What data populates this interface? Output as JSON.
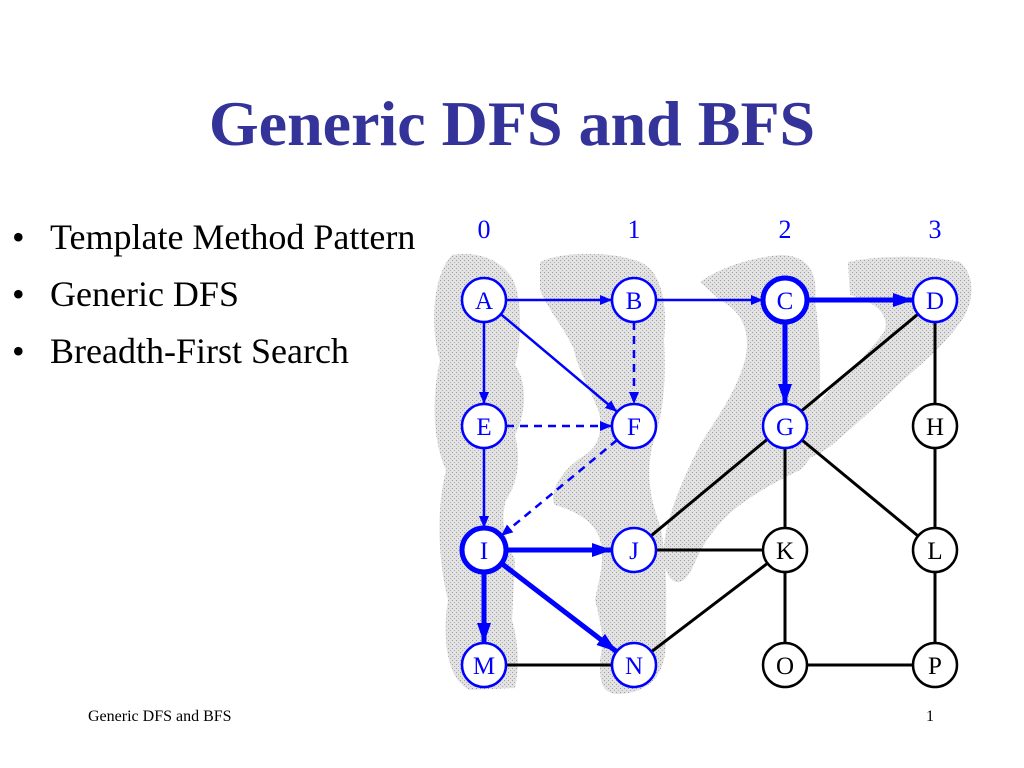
{
  "slide": {
    "title": "Generic DFS and BFS",
    "bullets": [
      "Template Method Pattern",
      "Generic DFS",
      "Breadth-First Search"
    ],
    "footer_left": "Generic DFS and BFS",
    "footer_right": "1"
  },
  "colors": {
    "title": "#333399",
    "traversal": "#0000ff",
    "edge": "#000000",
    "shade": "#d4d4d4"
  },
  "graph": {
    "column_labels": [
      "0",
      "1",
      "2",
      "3"
    ],
    "nodes": [
      {
        "id": "A",
        "col": 0,
        "row": 0,
        "color": "blue",
        "bold": false
      },
      {
        "id": "B",
        "col": 1,
        "row": 0,
        "color": "blue",
        "bold": false
      },
      {
        "id": "C",
        "col": 2,
        "row": 0,
        "color": "blue",
        "bold": true
      },
      {
        "id": "D",
        "col": 3,
        "row": 0,
        "color": "blue",
        "bold": false
      },
      {
        "id": "E",
        "col": 0,
        "row": 1,
        "color": "blue",
        "bold": false
      },
      {
        "id": "F",
        "col": 1,
        "row": 1,
        "color": "blue",
        "bold": false
      },
      {
        "id": "G",
        "col": 2,
        "row": 1,
        "color": "blue",
        "bold": false
      },
      {
        "id": "H",
        "col": 3,
        "row": 1,
        "color": "black",
        "bold": false
      },
      {
        "id": "I",
        "col": 0,
        "row": 2,
        "color": "blue",
        "bold": true
      },
      {
        "id": "J",
        "col": 1,
        "row": 2,
        "color": "blue",
        "bold": false
      },
      {
        "id": "K",
        "col": 2,
        "row": 2,
        "color": "black",
        "bold": false
      },
      {
        "id": "L",
        "col": 3,
        "row": 2,
        "color": "black",
        "bold": false
      },
      {
        "id": "M",
        "col": 0,
        "row": 3,
        "color": "blue",
        "bold": false
      },
      {
        "id": "N",
        "col": 1,
        "row": 3,
        "color": "blue",
        "bold": false
      },
      {
        "id": "O",
        "col": 2,
        "row": 3,
        "color": "black",
        "bold": false
      },
      {
        "id": "P",
        "col": 3,
        "row": 3,
        "color": "black",
        "bold": false
      }
    ],
    "edges": [
      {
        "from": "A",
        "to": "B",
        "style": "discovery"
      },
      {
        "from": "B",
        "to": "C",
        "style": "discovery"
      },
      {
        "from": "C",
        "to": "D",
        "style": "bold"
      },
      {
        "from": "A",
        "to": "E",
        "style": "discovery"
      },
      {
        "from": "A",
        "to": "F",
        "style": "discovery"
      },
      {
        "from": "B",
        "to": "F",
        "style": "dashed"
      },
      {
        "from": "E",
        "to": "F",
        "style": "dashed"
      },
      {
        "from": "C",
        "to": "G",
        "style": "bold"
      },
      {
        "from": "E",
        "to": "I",
        "style": "discovery"
      },
      {
        "from": "F",
        "to": "I",
        "style": "dashed"
      },
      {
        "from": "I",
        "to": "J",
        "style": "bold"
      },
      {
        "from": "I",
        "to": "M",
        "style": "bold"
      },
      {
        "from": "I",
        "to": "N",
        "style": "bold"
      },
      {
        "from": "D",
        "to": "J",
        "style": "plain"
      },
      {
        "from": "D",
        "to": "H",
        "style": "plain"
      },
      {
        "from": "G",
        "to": "K",
        "style": "plain"
      },
      {
        "from": "G",
        "to": "L",
        "style": "plain"
      },
      {
        "from": "H",
        "to": "L",
        "style": "plain"
      },
      {
        "from": "J",
        "to": "K",
        "style": "plain"
      },
      {
        "from": "K",
        "to": "N",
        "style": "plain"
      },
      {
        "from": "K",
        "to": "O",
        "style": "plain"
      },
      {
        "from": "L",
        "to": "P",
        "style": "plain"
      },
      {
        "from": "M",
        "to": "N",
        "style": "plain"
      },
      {
        "from": "O",
        "to": "P",
        "style": "plain"
      }
    ]
  }
}
